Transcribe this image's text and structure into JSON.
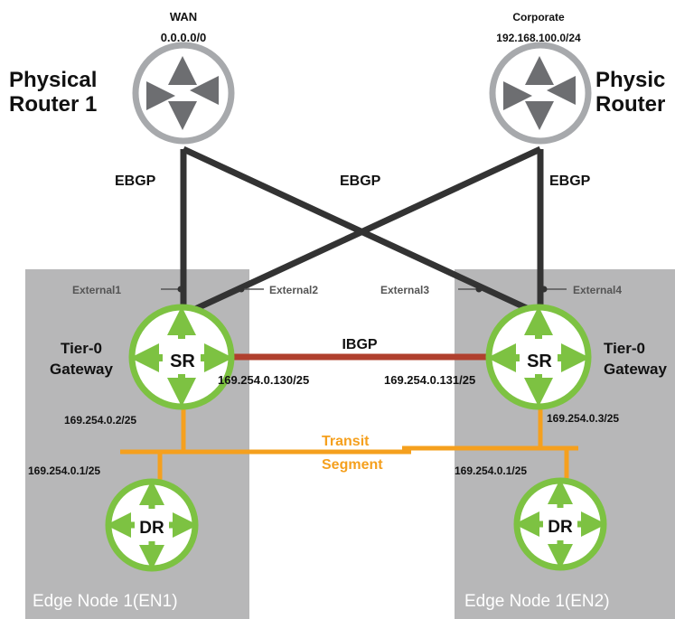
{
  "routers": {
    "pr1": {
      "network_name": "WAN",
      "network_cidr": "0.0.0.0/0",
      "label_line1": "Physical",
      "label_line2": "Router 1"
    },
    "pr2": {
      "network_name": "Corporate",
      "network_cidr": "192.168.100.0/24",
      "label_line1": "Physic",
      "label_line2": "Router"
    }
  },
  "links": {
    "ebgp_left": "EBGP",
    "ebgp_center": "EBGP",
    "ebgp_right": "EBGP",
    "ibgp": "IBGP"
  },
  "interfaces": {
    "external1": "External1",
    "external2": "External2",
    "external3": "External3",
    "external4": "External4"
  },
  "gateways": {
    "left": {
      "label_line1": "Tier-0",
      "label_line2": "Gateway",
      "node": "SR"
    },
    "right": {
      "label_line1": "Tier-0",
      "label_line2": "Gateway",
      "node": "SR"
    }
  },
  "ips": {
    "sr1_ibgp": "169.254.0.130/25",
    "sr2_ibgp": "169.254.0.131/25",
    "sr1_transit": "169.254.0.2/25",
    "sr2_transit": "169.254.0.3/25",
    "dr1_transit": "169.254.0.1/25",
    "dr2_transit": "169.254.0.1/25"
  },
  "transit": {
    "line1": "Transit",
    "line2": "Segment"
  },
  "dr": {
    "left": "DR",
    "right": "DR"
  },
  "edge_nodes": {
    "left": "Edge Node 1(EN1)",
    "right": "Edge Node 1(EN2)"
  },
  "colors": {
    "ebgp_link": "#333333",
    "ibgp_link": "#b0402e",
    "transit": "#f5a01e",
    "router_green": "#7dc242",
    "edge_panel": "#b7b7b8"
  }
}
